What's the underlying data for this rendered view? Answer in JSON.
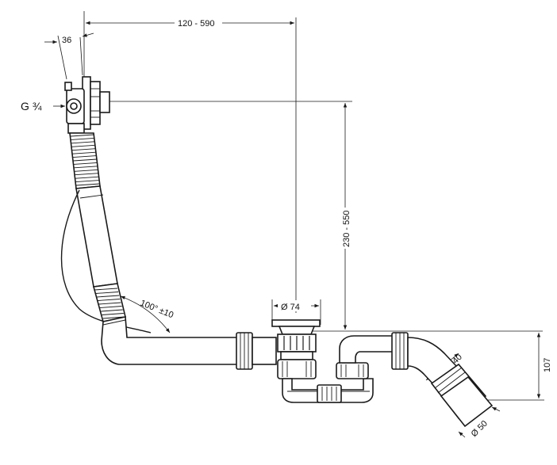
{
  "dimensions": {
    "horizontal_offset": "120 - 590",
    "flange_width": "36",
    "thread": "G ¾",
    "vertical_height": "230 - 550",
    "drain_diameter": "Ø 74",
    "angle": "100° ±10",
    "outlet_diameter": "Ø 40",
    "trap_height": "107",
    "pipe_diameter": "Ø 50"
  }
}
